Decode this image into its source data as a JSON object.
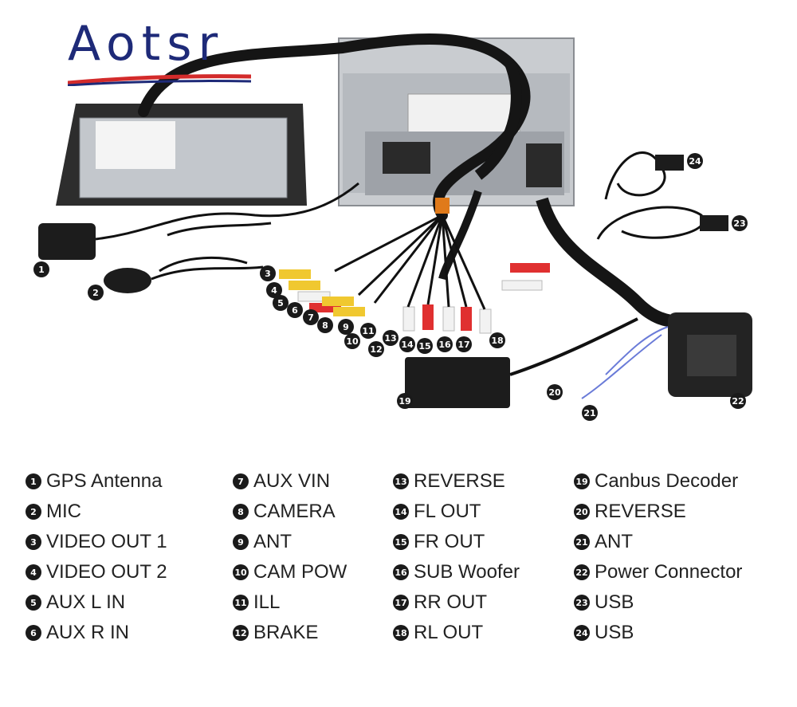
{
  "brand": {
    "name": "Aotsr",
    "colors": {
      "text": "#1e2a78",
      "swoosh_red": "#d32b2b",
      "swoosh_blue": "#1e2a78"
    }
  },
  "image": {
    "icon_names": [
      "gps-antenna-icon",
      "mic-icon",
      "radio-unit-icon",
      "wiring-harness-icon",
      "canbus-decoder-icon",
      "power-connector-icon",
      "usb-cable-icon"
    ]
  },
  "legend": {
    "columns": [
      [
        {
          "num": "1",
          "label": "GPS Antenna"
        },
        {
          "num": "2",
          "label": "MIC"
        },
        {
          "num": "3",
          "label": "VIDEO OUT 1"
        },
        {
          "num": "4",
          "label": "VIDEO OUT 2"
        },
        {
          "num": "5",
          "label": "AUX L IN"
        },
        {
          "num": "6",
          "label": "AUX R IN"
        }
      ],
      [
        {
          "num": "7",
          "label": "AUX VIN"
        },
        {
          "num": "8",
          "label": "CAMERA"
        },
        {
          "num": "9",
          "label": "ANT"
        },
        {
          "num": "10",
          "label": "CAM POW"
        },
        {
          "num": "11",
          "label": "ILL"
        },
        {
          "num": "12",
          "label": "BRAKE"
        }
      ],
      [
        {
          "num": "13",
          "label": "REVERSE"
        },
        {
          "num": "14",
          "label": "FL OUT"
        },
        {
          "num": "15",
          "label": "FR OUT"
        },
        {
          "num": "16",
          "label": "SUB Woofer"
        },
        {
          "num": "17",
          "label": "RR OUT"
        },
        {
          "num": "18",
          "label": "RL OUT"
        }
      ],
      [
        {
          "num": "19",
          "label": "Canbus Decoder"
        },
        {
          "num": "20",
          "label": "REVERSE"
        },
        {
          "num": "21",
          "label": "ANT"
        },
        {
          "num": "22",
          "label": "Power Connector"
        },
        {
          "num": "23",
          "label": "USB"
        },
        {
          "num": "24",
          "label": "USB"
        }
      ]
    ]
  },
  "callouts": [
    "1",
    "2",
    "3",
    "4",
    "5",
    "6",
    "7",
    "8",
    "9",
    "10",
    "11",
    "12",
    "13",
    "14",
    "15",
    "16",
    "17",
    "18",
    "19",
    "20",
    "21",
    "22",
    "23",
    "24"
  ]
}
